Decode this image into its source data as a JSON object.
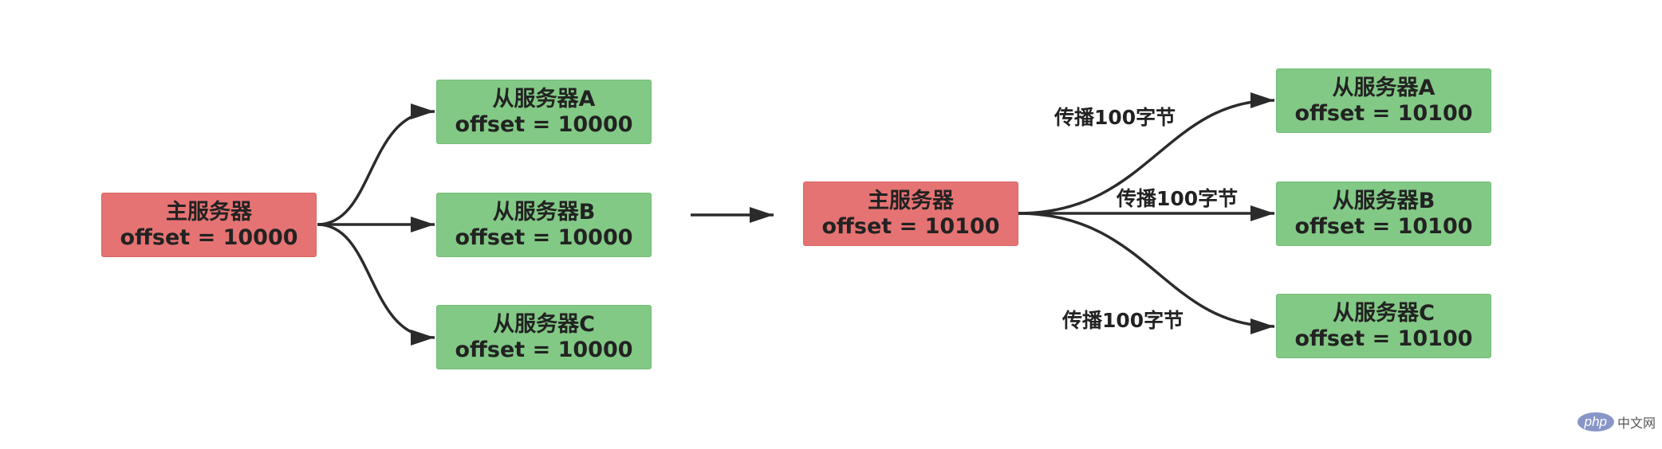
{
  "left": {
    "master": {
      "name": "主服务器",
      "offset": "offset = 10000"
    },
    "slaves": [
      {
        "name": "从服务器A",
        "offset": "offset = 10000"
      },
      {
        "name": "从服务器B",
        "offset": "offset = 10000"
      },
      {
        "name": "从服务器C",
        "offset": "offset = 10000"
      }
    ]
  },
  "right": {
    "master": {
      "name": "主服务器",
      "offset": "offset = 10100"
    },
    "slaves": [
      {
        "name": "从服务器A",
        "offset": "offset = 10100"
      },
      {
        "name": "从服务器B",
        "offset": "offset = 10100"
      },
      {
        "name": "从服务器C",
        "offset": "offset = 10100"
      }
    ],
    "edge_labels": [
      "传播100字节",
      "传播100字节",
      "传播100字节"
    ]
  },
  "colors": {
    "master": "#e57373",
    "slave": "#82c985",
    "arrow": "#2b2b2b"
  },
  "watermark": {
    "logo": "php",
    "text": "中文网"
  }
}
